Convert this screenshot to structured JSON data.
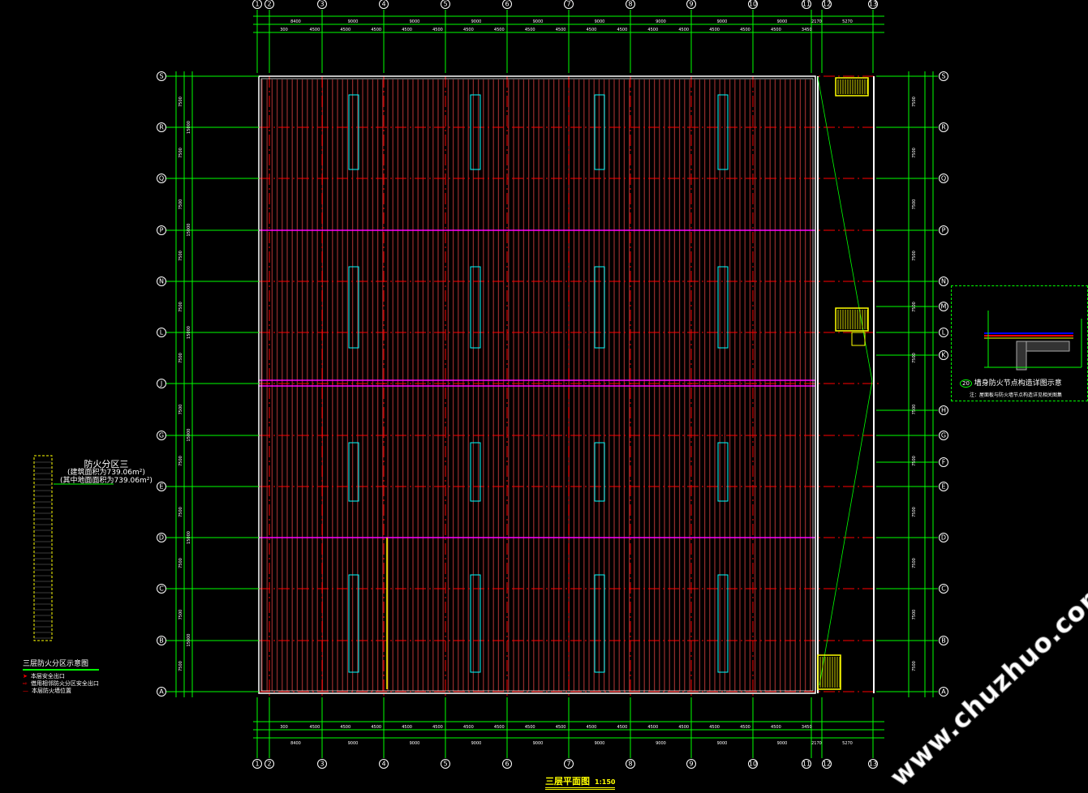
{
  "drawing": {
    "title": "三层平面图",
    "scale": "1:150",
    "watermark": "www.chuzhuo.com",
    "column_axes": [
      "1",
      "2",
      "3",
      "4",
      "5",
      "6",
      "7",
      "8",
      "9",
      "10",
      "11",
      "12",
      "13"
    ],
    "row_axes": [
      "S",
      "R",
      "Q",
      "P",
      "N",
      "L",
      "J",
      "G",
      "E",
      "D",
      "C",
      "B",
      "A"
    ],
    "right_row_axes": [
      "S",
      "R",
      "Q",
      "P",
      "N",
      "M",
      "L",
      "K",
      "H",
      "G",
      "F",
      "E",
      "D",
      "C",
      "B",
      "A"
    ],
    "top_dimensions_bay": [
      "8400",
      "9000",
      "9000",
      "9000",
      "9000",
      "9000",
      "9000",
      "9000",
      "9000",
      "2170",
      "5270"
    ],
    "top_dimensions_sub": [
      "300",
      "4500",
      "4500",
      "4500",
      "4500",
      "4500",
      "4500",
      "4500",
      "4500",
      "4500",
      "4500",
      "4500",
      "4500",
      "4500",
      "4500",
      "4500",
      "4500",
      "3450"
    ],
    "side_dimensions": [
      "7500",
      "7500",
      "7500",
      "7500",
      "7500",
      "7500",
      "7500",
      "7500",
      "7500",
      "7500",
      "7500",
      "7500"
    ],
    "side_dimensions_total": [
      "15000",
      "15000",
      "15000",
      "15000",
      "15000",
      "15000"
    ],
    "colors": {
      "axis": "#00ff00",
      "grid_dashed": "#ff0000",
      "roof_stripes": "#8b2a2a",
      "fire_wall": "#ff00ff",
      "skylight": "#00ffff",
      "stair": "#ffff00",
      "wall": "#ffffff"
    }
  },
  "fire_zone": {
    "name": "防火分区三",
    "area_line1": "(建筑面积为739.06m²)",
    "area_line2": "(其中地面面积为739.06m²)"
  },
  "legend": {
    "title": "三层防火分区示意图",
    "items": [
      "本层安全出口",
      "借用相邻防火分区安全出口",
      "本层防火墙位置"
    ]
  },
  "detail": {
    "number": "20",
    "title": "墙身防火节点构造详图示意",
    "note": "注：屋面板与防火墙节点构造详见相关图集"
  }
}
